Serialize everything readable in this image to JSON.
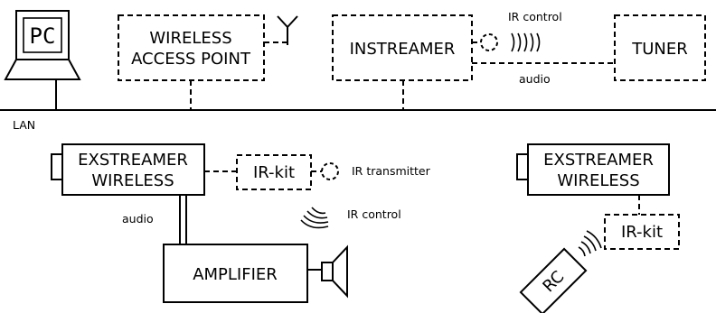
{
  "labels": {
    "pc": "PC",
    "wireless_access_point_line1": "WIRELESS",
    "wireless_access_point_line2": "ACCESS POINT",
    "instreamer": "INSTREAMER",
    "tuner": "TUNER",
    "ir_control_top": "IR control",
    "audio_top": "audio",
    "lan": "LAN",
    "exstreamer_left_line1": "EXSTREAMER",
    "exstreamer_left_line2": "WIRELESS",
    "ir_kit_left": "IR-kit",
    "ir_transmitter": "IR transmitter",
    "ir_control_bottom": "IR control",
    "audio_left": "audio",
    "amplifier": "AMPLIFIER",
    "exstreamer_right_line1": "EXSTREAMER",
    "exstreamer_right_line2": "WIRELESS",
    "ir_kit_right": "IR-kit",
    "rc": "RC"
  }
}
